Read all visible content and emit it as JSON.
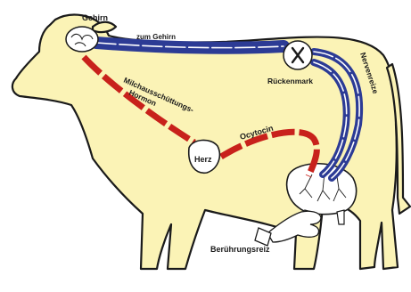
{
  "diagram": {
    "labels": {
      "brain": "Gehirn",
      "to_brain": "zum Gehirn",
      "spinal_cord": "Rückenmark",
      "nerve_stimuli": "Nervenreize",
      "hormone_line1": "Milchausschüttungs-",
      "hormone_line2": "Hormon",
      "heart": "Herz",
      "oxytocin": "Ocytocin",
      "touch_stimulus": "Berührungsreiz"
    },
    "colors": {
      "body_fill": "#fbf3b6",
      "outline": "#1a1a1a",
      "nerve_path": "#2c3b95",
      "hormone_path": "#c8211b",
      "udder_fill": "#ffffff",
      "background": "#ffffff"
    },
    "icons": {
      "brain": "brain-icon",
      "spinal_cord": "spinal-cord-cross-section-icon",
      "heart": "heart-organ-icon",
      "hand": "milking-hand-icon"
    }
  }
}
